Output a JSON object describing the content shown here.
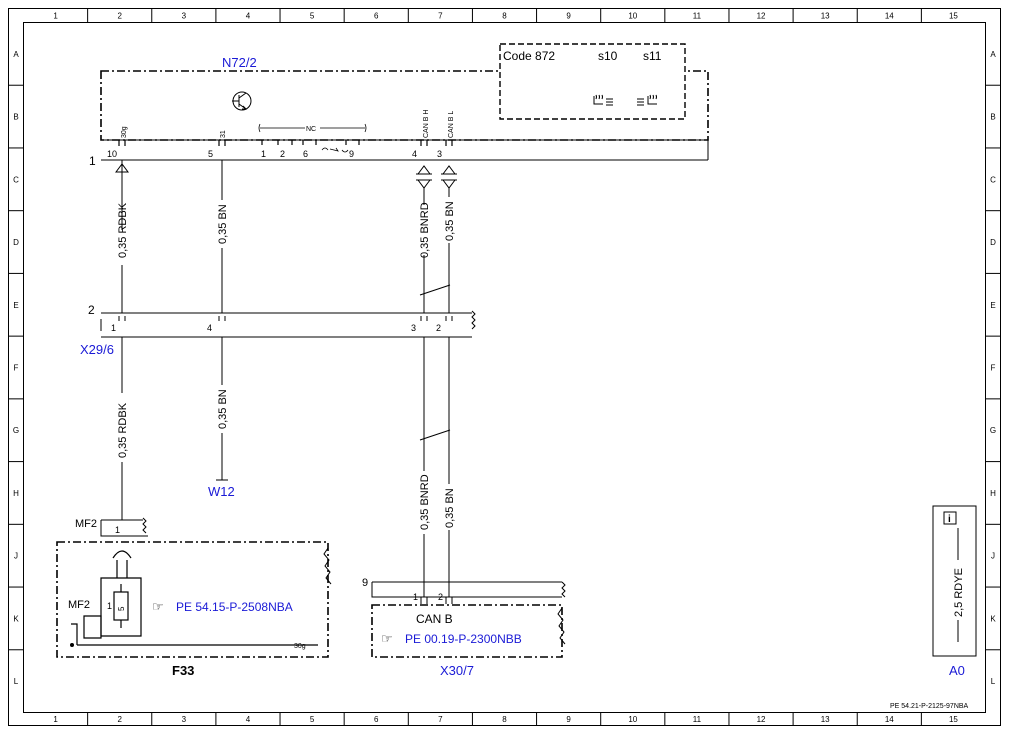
{
  "grid": {
    "columns": [
      "1",
      "2",
      "3",
      "4",
      "5",
      "6",
      "7",
      "8",
      "9",
      "10",
      "11",
      "12",
      "13",
      "14",
      "15"
    ],
    "rows": [
      "A",
      "B",
      "C",
      "D",
      "E",
      "F",
      "G",
      "H",
      "J",
      "K",
      "L"
    ]
  },
  "components": {
    "n72_2": "N72/2",
    "code_box": {
      "code": "Code 872",
      "s10": "s10",
      "s11": "s11"
    },
    "n72_pins": {
      "p30g": "30g",
      "p31": "31",
      "nc": "NC",
      "canbh": "CAN B H",
      "canbl": "CAN B L",
      "n10": "10",
      "n5": "5",
      "n1": "1",
      "n2": "2",
      "n6": "6",
      "n9": "9",
      "n4": "4",
      "n3": "3"
    },
    "ref1": "1",
    "ref2": "2",
    "ref9": "9",
    "x29_6": "X29/6",
    "x29_pins": {
      "p1": "1",
      "p4": "4",
      "p3": "3",
      "p2": "2"
    },
    "w12": "W12",
    "mf2_top": "MF2",
    "mf2_side": "MF2",
    "f33": "F33",
    "f33_pin1": "1",
    "f33_fuse_pin": "1",
    "f33_fuse": "5",
    "f33_ref": "PE 54.15-P-2508NBA",
    "f33_30g": "30g",
    "x30_7": "X30/7",
    "x30_pins": {
      "p1": "1",
      "p2": "2"
    },
    "canb": "CAN B",
    "x30_ref": "PE 00.19-P-2300NBB",
    "a0": "A0",
    "a0_wire": "2,5 RDYE",
    "doc_ref": "PE 54.21-P-2125-97NBA"
  },
  "wires": {
    "w1_top": "0,35 RDBK",
    "w2_top": "0,35 BN",
    "w3_top": "0,35 BNRD",
    "w4_top": "0,35 BN",
    "w1_mid": "0,35 RDBK",
    "w2_mid": "0,35 BN",
    "w3_bot": "0,35 BNRD",
    "w4_bot": "0,35 BN"
  },
  "colors": {
    "label_blue": "#1a1ad6",
    "line": "#000000"
  }
}
